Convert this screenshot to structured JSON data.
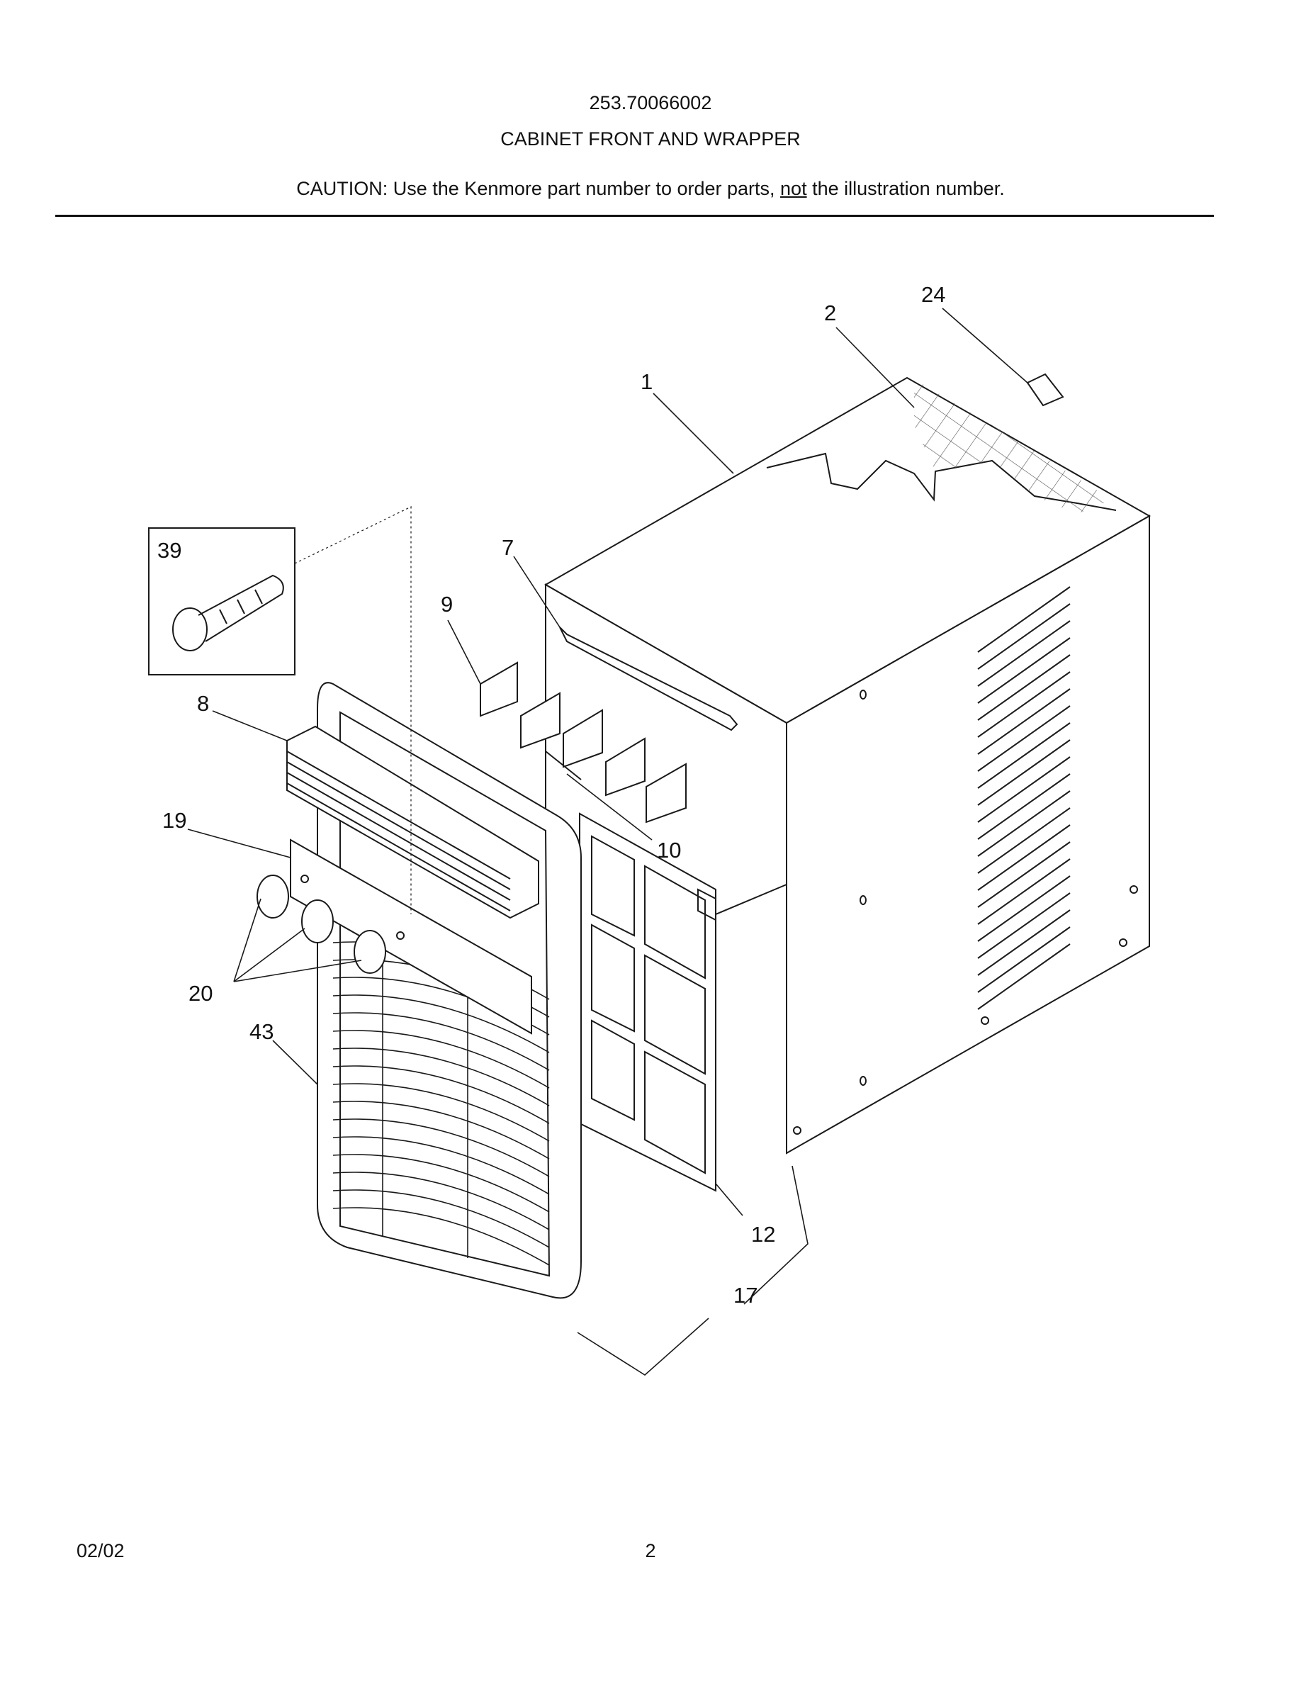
{
  "header": {
    "model_number": "253.70066002",
    "section_title": "CABINET FRONT AND WRAPPER",
    "caution_prefix": "CAUTION: Use the Kenmore part number to order parts,",
    "caution_emphasis": "not",
    "caution_suffix": "the illustration number."
  },
  "callouts": [
    "24",
    "2",
    "1",
    "39",
    "7",
    "9",
    "8",
    "19",
    "10",
    "20",
    "43",
    "12",
    "17"
  ],
  "footer": {
    "date": "02/02",
    "page": "2"
  },
  "colors": {
    "line": "#1a1a1a",
    "background": "#ffffff"
  }
}
